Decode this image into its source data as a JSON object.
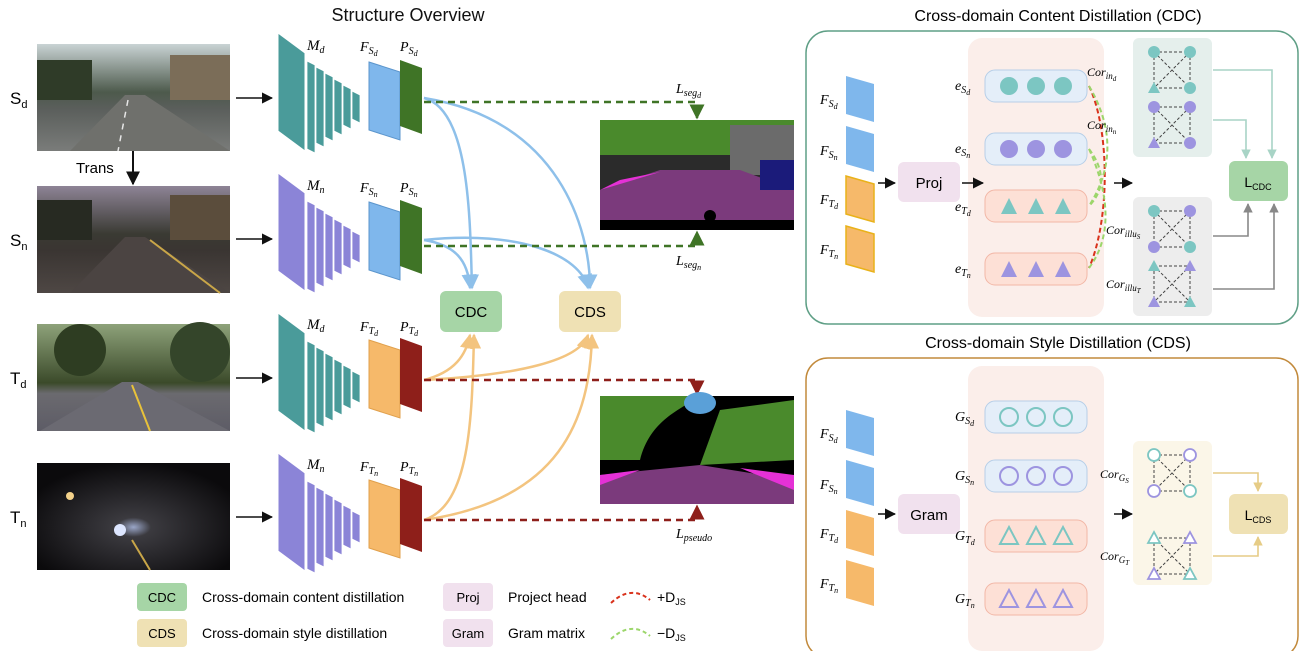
{
  "titles": {
    "overview": "Structure Overview",
    "cdc_panel": "Cross-domain Content Distillation (CDC)",
    "cds_panel": "Cross-domain Style Distillation (CDS)"
  },
  "domains": [
    {
      "base": "S",
      "sub": "d"
    },
    {
      "base": "S",
      "sub": "n"
    },
    {
      "base": "T",
      "sub": "d"
    },
    {
      "base": "T",
      "sub": "n"
    }
  ],
  "trans_label": "Trans",
  "models": [
    {
      "base": "M",
      "sub": "d"
    },
    {
      "base": "M",
      "sub": "n"
    },
    {
      "base": "M",
      "sub": "d"
    },
    {
      "base": "M",
      "sub": "n"
    }
  ],
  "feature_labels": [
    {
      "base": "F",
      "sub": "S",
      "subsub": "d"
    },
    {
      "base": "F",
      "sub": "S",
      "subsub": "n"
    },
    {
      "base": "F",
      "sub": "T",
      "subsub": "d"
    },
    {
      "base": "F",
      "sub": "T",
      "subsub": "n"
    }
  ],
  "pred_labels": [
    {
      "base": "P",
      "sub": "S",
      "subsub": "d"
    },
    {
      "base": "P",
      "sub": "S",
      "subsub": "n"
    },
    {
      "base": "P",
      "sub": "T",
      "subsub": "d"
    },
    {
      "base": "P",
      "sub": "T",
      "subsub": "n"
    }
  ],
  "losses": {
    "seg_d": {
      "base": "L",
      "sub": "seg",
      "subsub": "d"
    },
    "seg_n": {
      "base": "L",
      "sub": "seg",
      "subsub": "n"
    },
    "pseudo": {
      "base": "L",
      "sub": "pseudo"
    }
  },
  "boxes": {
    "cdc": "CDC",
    "cds": "CDS",
    "proj": "Proj",
    "gram": "Gram"
  },
  "cdc_panel": {
    "features": [
      {
        "base": "F",
        "sub": "S",
        "subsub": "d"
      },
      {
        "base": "F",
        "sub": "S",
        "subsub": "n"
      },
      {
        "base": "F",
        "sub": "T",
        "subsub": "d"
      },
      {
        "base": "F",
        "sub": "T",
        "subsub": "n"
      }
    ],
    "embeddings": [
      {
        "base": "e",
        "sub": "S",
        "subsub": "d"
      },
      {
        "base": "e",
        "sub": "S",
        "subsub": "n"
      },
      {
        "base": "e",
        "sub": "T",
        "subsub": "d"
      },
      {
        "base": "e",
        "sub": "T",
        "subsub": "n"
      }
    ],
    "correlations": [
      {
        "base": "Cor",
        "sub": "in",
        "subsub": "d"
      },
      {
        "base": "Cor",
        "sub": "in",
        "subsub": "n"
      },
      {
        "base": "Cor",
        "sub": "illu",
        "subsub": "S"
      },
      {
        "base": "Cor",
        "sub": "illu",
        "subsub": "T"
      }
    ],
    "loss": {
      "base": "L",
      "sub": "CDC"
    }
  },
  "cds_panel": {
    "features": [
      {
        "base": "F",
        "sub": "S",
        "subsub": "d"
      },
      {
        "base": "F",
        "sub": "S",
        "subsub": "n"
      },
      {
        "base": "F",
        "sub": "T",
        "subsub": "d"
      },
      {
        "base": "F",
        "sub": "T",
        "subsub": "n"
      }
    ],
    "grams": [
      {
        "base": "G",
        "sub": "S",
        "subsub": "d"
      },
      {
        "base": "G",
        "sub": "S",
        "subsub": "n"
      },
      {
        "base": "G",
        "sub": "T",
        "subsub": "d"
      },
      {
        "base": "G",
        "sub": "T",
        "subsub": "n"
      }
    ],
    "correlations": [
      {
        "base": "Cor",
        "sub": "G",
        "subsub": "S"
      },
      {
        "base": "Cor",
        "sub": "G",
        "subsub": "T"
      }
    ],
    "loss": {
      "base": "L",
      "sub": "CDS"
    }
  },
  "legend": [
    {
      "tag": "CDC",
      "text": "Cross-domain content distillation"
    },
    {
      "tag": "CDS",
      "text": "Cross-domain style distillation"
    },
    {
      "tag": "Proj",
      "text": "Project head"
    },
    {
      "tag": "Gram",
      "text": "Gram matrix"
    },
    {
      "tag": "",
      "text": "+D",
      "sub": "JS"
    },
    {
      "tag": "",
      "text": "−D",
      "sub": "JS"
    }
  ],
  "colors": {
    "teal": "#4a9b9a",
    "purple": "#8b84d7",
    "blue": "#6aaee8",
    "orange": "#f5b866",
    "darkgreen": "#3f7426",
    "darkred": "#8e1f1a",
    "cdc_box": "#a6d5a6",
    "cds_box": "#efe1b4",
    "proj_box": "#f1e1ee",
    "arrow_blue": "#8ec0ea",
    "arrow_orange": "#f3c47f",
    "red_dash": "#d9321c",
    "green_dash": "#9cd66b"
  }
}
